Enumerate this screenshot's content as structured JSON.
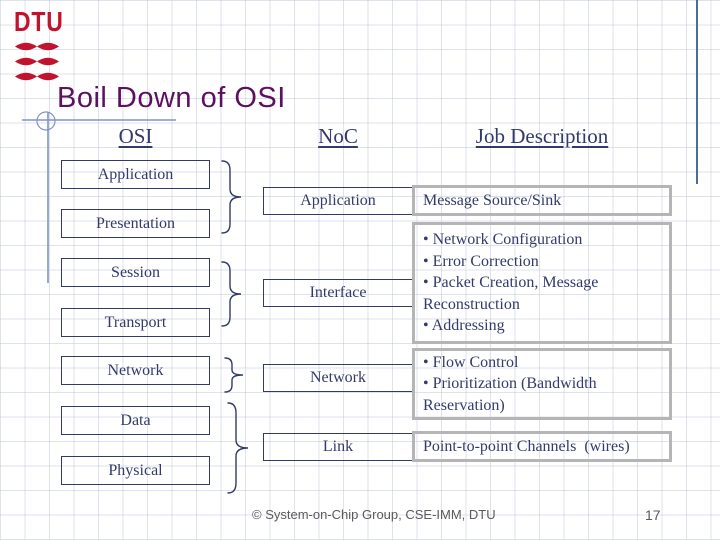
{
  "title": "Boil Down of OSI",
  "logo": {
    "text": "DTU"
  },
  "columns": {
    "osi": {
      "header": "OSI",
      "layers": [
        "Application",
        "Presentation",
        "Session",
        "Transport",
        "Network",
        "Data",
        "Physical"
      ]
    },
    "noc": {
      "header": "NoC",
      "layers": [
        "Application",
        "Interface",
        "Network",
        "Link"
      ]
    },
    "job": {
      "header": "Job Description",
      "boxes": [
        {
          "lines": [
            "Message Source/Sink"
          ]
        },
        {
          "lines": [
            "• Network Configuration",
            "• Error Correction",
            "• Packet Creation, Message Reconstruction",
            "• Addressing"
          ]
        },
        {
          "lines": [
            "• Flow Control",
            "• Prioritization (Bandwidth Reservation)"
          ]
        },
        {
          "lines": [
            "Point-to-point Channels  (wires)"
          ]
        }
      ]
    }
  },
  "footer": {
    "copyright": "© System-on-Chip Group, CSE-IMM, DTU",
    "page_number": "17"
  },
  "colors": {
    "accent_red": "#c2132e",
    "title_purple": "#5c1060",
    "navy_text": "#333a6b",
    "job_border_gray": "#b5b5b5",
    "decor_blue": "#8193c4",
    "right_rule_blue": "#4a6d96",
    "footer_gray": "#5a5a5a"
  }
}
